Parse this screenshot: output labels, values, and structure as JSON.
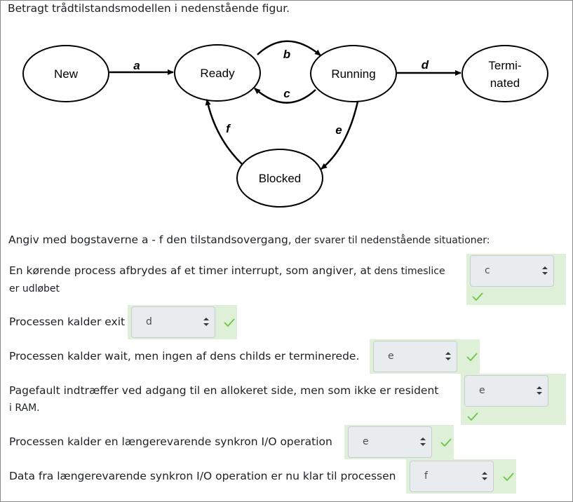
{
  "intro": "Betragt trådtilstandsmodellen i nedenstående figur.",
  "diagram": {
    "states": {
      "new": "New",
      "ready": "Ready",
      "running": "Running",
      "term1": "Termi-",
      "term2": "nated",
      "blocked": "Blocked"
    },
    "transitions": {
      "a": "a",
      "b": "b",
      "c": "c",
      "d": "d",
      "e": "e",
      "f": "f"
    }
  },
  "instruction": {
    "main": "Angiv med bogstaverne a - f den tilstandsovergang,",
    "small": " der svarer til nedenstående situationer:"
  },
  "questions": [
    {
      "line1": "En kørende process afbrydes af et timer interrupt, som angiver, at",
      "line1_small": " dens timeslice",
      "line2": "er udløbet",
      "answer": "c"
    },
    {
      "line1": "Processen kalder exit",
      "answer": "d"
    },
    {
      "line1": "Processen kalder wait, men ingen af dens childs er terminerede.",
      "answer": "e"
    },
    {
      "line1": "Pagefault indtræffer ved adgang til en allokeret side, men som ikke er resident",
      "line2": "i RAM.",
      "answer": "e"
    },
    {
      "line1": "Processen kalder en længerevarende synkron I/O operation",
      "answer": "e"
    },
    {
      "line1": "Data fra længerevarende synkron I/O operation er nu klar til processen",
      "answer": "f"
    }
  ],
  "colors": {
    "correct_bg": "#dff0d8",
    "check": "#6cc644",
    "select_bg": "#e9ecef"
  }
}
